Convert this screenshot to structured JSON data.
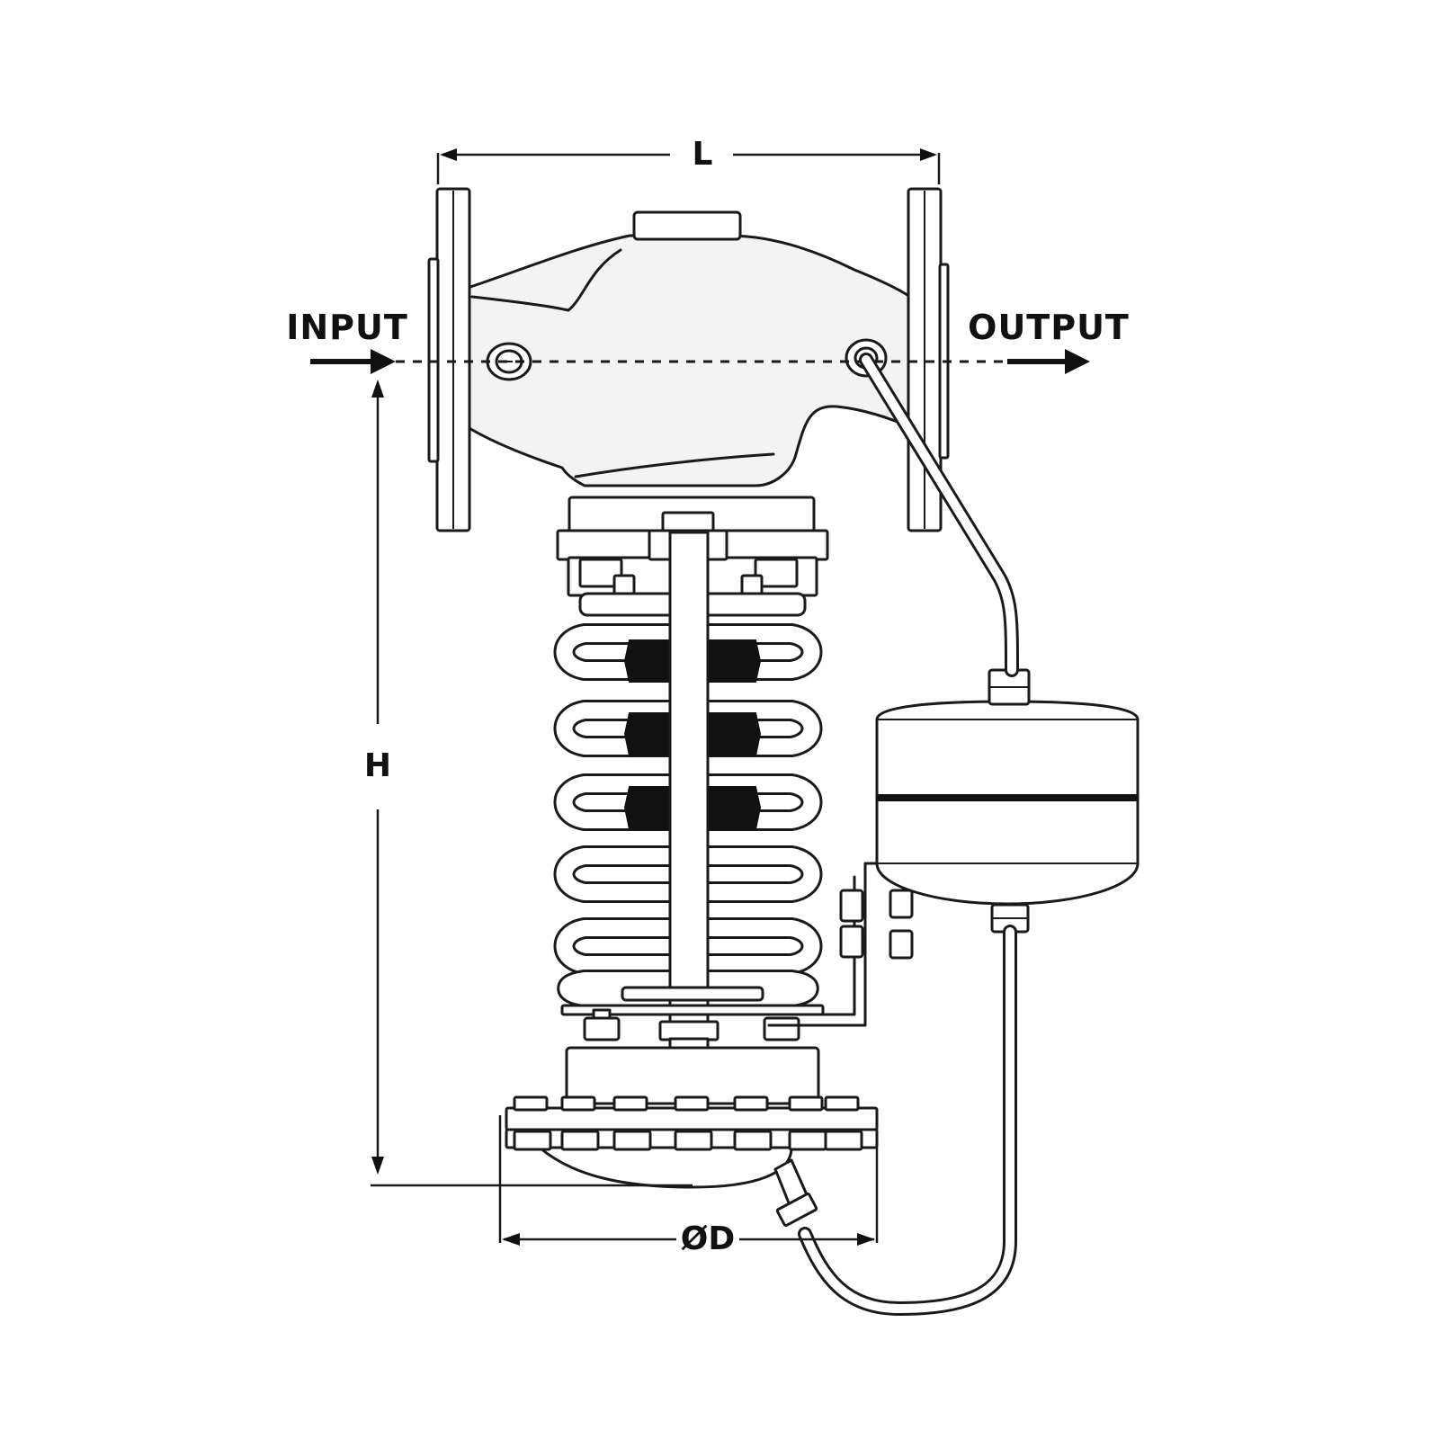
{
  "labels": {
    "input": "INPUT",
    "output": "OUTPUT",
    "length": "L",
    "height": "H",
    "diameter": "ØD"
  },
  "colors": {
    "line": "#1a1a1a",
    "fill": "#ffffff",
    "body_tint": "#f3f3f3",
    "dark_fill": "#111111"
  }
}
